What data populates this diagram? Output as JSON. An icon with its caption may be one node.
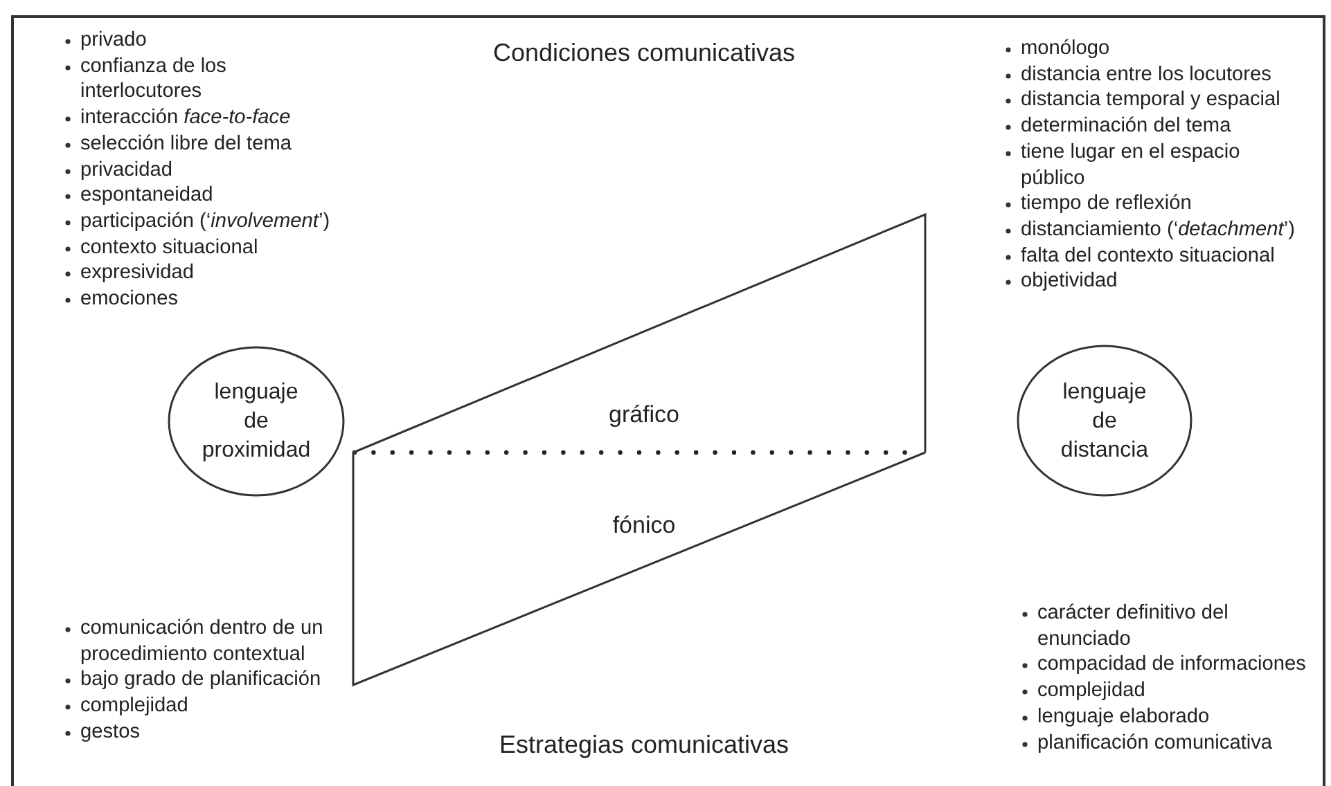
{
  "diagram": {
    "nodes": [
      {
        "text": [
          "lenguaje de proximidad"
        ]
      },
      {
        "text": [
          "gráfico"
        ]
      },
      {
        "text": [
          "fónico"
        ]
      },
      {
        "text": [
          "lenguaje de distancia"
        ]
      }
    ],
    "edges": [],
    "labels": [
      "privado",
      "confianza de los interlocutores",
      "interacción *face-to-face*",
      "selección libre del tema",
      "privacidad",
      "espontaneidad",
      "participación (‘*involvement*’)",
      "contexto situacional",
      "expresividad",
      "emociones",
      "Condiciones comunicativas",
      "monólogo",
      "distancia entre los locutores",
      "distancia temporal y espacial",
      "determinación del tema",
      "tiene lugar en el espacio público",
      "tiempo de reflexión",
      "distanciamiento (‘*detachment*’)",
      "falta del contexto situacional",
      "objetividad",
      "comunicación dentro de un procedimiento contextual",
      "bajo grado de planificación",
      "complejidad",
      "gestos",
      "Estrategias comunicativas",
      "carácter definitivo del enunciado",
      "compacidad de informaciones",
      "complejidad",
      "lenguaje elaborado",
      "planificación comunicativa"
    ]
  }
}
